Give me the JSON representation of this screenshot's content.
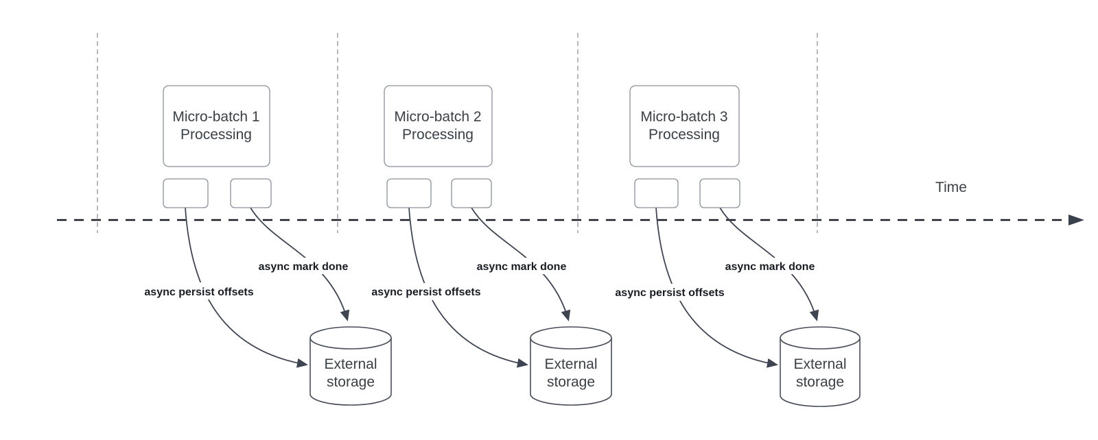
{
  "diagram": {
    "timeline_label": "Time",
    "groups": [
      {
        "processing_label": [
          "Micro-batch 1",
          "Processing"
        ],
        "offsets_label": "async persist offsets",
        "mark_done_label": "async mark done",
        "storage_label": [
          "External",
          "storage"
        ]
      },
      {
        "processing_label": [
          "Micro-batch 2",
          "Processing"
        ],
        "offsets_label": "async persist offsets",
        "mark_done_label": "async mark done",
        "storage_label": [
          "External",
          "storage"
        ]
      },
      {
        "processing_label": [
          "Micro-batch 3",
          "Processing"
        ],
        "offsets_label": "async persist offsets",
        "mark_done_label": "async mark done",
        "storage_label": [
          "External",
          "storage"
        ]
      }
    ],
    "colors": {
      "curve_line": "#3e4450",
      "box_border": "#8a8f98",
      "cylinder_border": "#474d57",
      "guide_line": "#b5b8bc",
      "timeline_line": "#1a1d23",
      "shape_text": "#3b4045",
      "label_text": "#181c22",
      "background": "#ffffff"
    }
  }
}
